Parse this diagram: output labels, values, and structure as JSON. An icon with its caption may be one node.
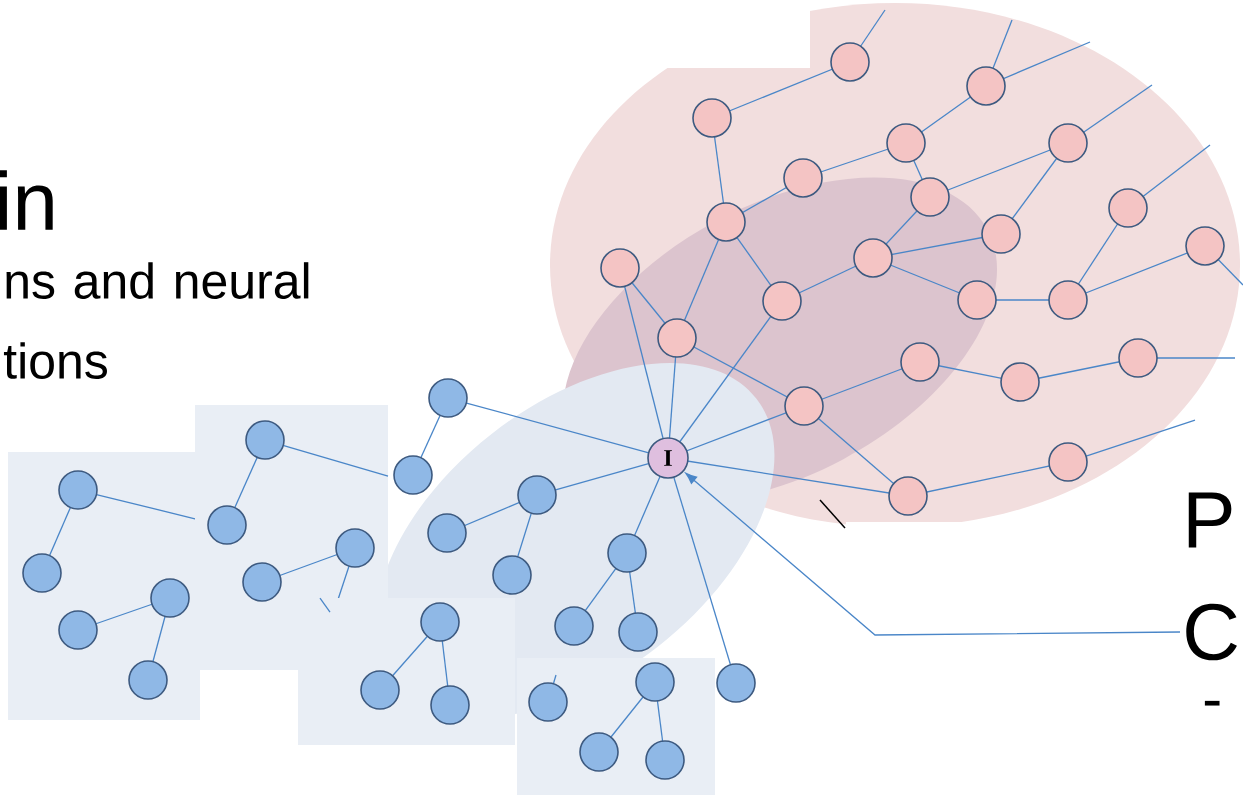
{
  "diagram": {
    "nodes": [
      {
        "text": [
          "I"
        ]
      },
      {
        "text": [
          "C"
        ]
      }
    ],
    "edges": [
      {
        "from": 1,
        "to": 0,
        "arrow": "to"
      }
    ],
    "labels": [
      "in",
      "ns and neural tions",
      "P",
      "-"
    ]
  }
}
